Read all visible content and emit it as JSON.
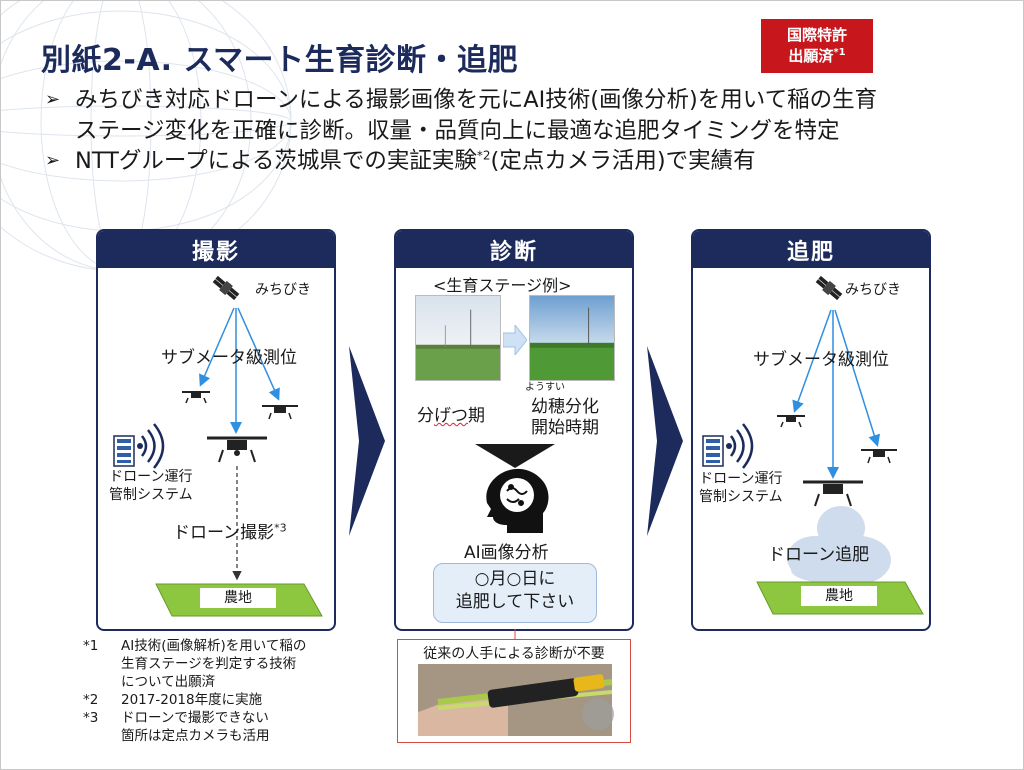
{
  "title": "別紙2-A. スマート生育診断・追肥",
  "patent_badge": {
    "line1": "国際特許",
    "line2": "出願済",
    "sup": "*1"
  },
  "bullets": [
    {
      "lines": [
        "みちびき対応ドローンによる撮影画像を元にAI技術(画像分析)を用いて稲の生育",
        "ステージ変化を正確に診断。収量・品質向上に最適な追肥タイミングを特定"
      ]
    },
    {
      "text_before": "NTTグループによる茨城県での実証実験",
      "sup": "*2",
      "text_after": "(定点カメラ活用)で実績有"
    }
  ],
  "panels": {
    "capture": {
      "header": "撮影",
      "satellite": "みちびき",
      "positioning": "サブメータ級測位",
      "system_l1": "ドローン運行",
      "system_l2": "管制システム",
      "drone_shot": "ドローン撮影",
      "drone_shot_sup": "*3",
      "field": "農地"
    },
    "diagnosis": {
      "header": "診断",
      "stage_title": "<生育ステージ例>",
      "stage1": "分げつ期",
      "stage1_squiggle": "げつ",
      "stage2_ruby": "ようすい",
      "stage2_l1": "幼穂分化",
      "stage2_l2": "開始時期",
      "ai_label": "AI画像分析",
      "callout_l1": "○月○日に",
      "callout_l2": "追肥して下さい"
    },
    "fertilize": {
      "header": "追肥",
      "satellite": "みちびき",
      "positioning": "サブメータ級測位",
      "system_l1": "ドローン運行",
      "system_l2": "管制システム",
      "drone_fert": "ドローン追肥",
      "field": "農地"
    }
  },
  "notes": [
    {
      "key": "*1",
      "lines": [
        "AI技術(画像解析)を用いて稲の",
        "生育ステージを判定する技術",
        "について出願済"
      ]
    },
    {
      "key": "*2",
      "lines": [
        "2017-2018年度に実施"
      ]
    },
    {
      "key": "*3",
      "lines": [
        "ドローンで撮影できない",
        "箇所は定点カメラも活用"
      ]
    }
  ],
  "no_manual": "従来の人手による診断が不要",
  "colors": {
    "navy": "#1c2b5c",
    "badge_red": "#c8161d",
    "field_green": "#8dc63f",
    "arrow_blue": "#2f8fe0"
  }
}
